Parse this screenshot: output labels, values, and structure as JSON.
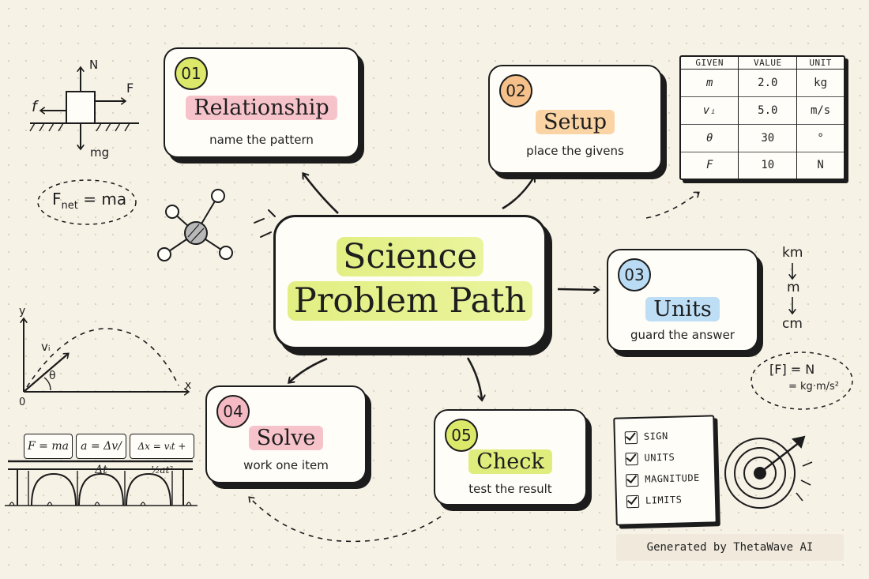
{
  "central": {
    "line1": "Science",
    "line2": "Problem Path"
  },
  "steps": [
    {
      "num": "01",
      "title": "Relationship",
      "subtitle": "name the pattern",
      "badge_color": "#dbe86a",
      "highlight_color": "#f6b9c3"
    },
    {
      "num": "02",
      "title": "Setup",
      "subtitle": "place the givens",
      "badge_color": "#f5c089",
      "highlight_color": "#f9cf9a"
    },
    {
      "num": "03",
      "title": "Units",
      "subtitle": "guard the answer",
      "badge_color": "#b9dcf4",
      "highlight_color": "#b6daf4"
    },
    {
      "num": "04",
      "title": "Solve",
      "subtitle": "work one item",
      "badge_color": "#f4b9c3",
      "highlight_color": "#f6b9c3"
    },
    {
      "num": "05",
      "title": "Check",
      "subtitle": "test the result",
      "badge_color": "#dbe86a",
      "highlight_color": "#d9ea66"
    }
  ],
  "givens_table": {
    "headers": [
      "GIVEN",
      "VALUE",
      "UNIT"
    ],
    "rows": [
      [
        "m",
        "2.0",
        "kg"
      ],
      [
        "vᵢ",
        "5.0",
        "m/s"
      ],
      [
        "θ",
        "30",
        "°"
      ],
      [
        "F",
        "10",
        "N"
      ]
    ]
  },
  "force_diagram": {
    "n": "N",
    "f_right": "F",
    "f_left": "f",
    "mg": "mg"
  },
  "fnet_equation": {
    "main": "F",
    "sub": "net",
    "rest": " = ma"
  },
  "unit_ladder": [
    "km",
    "m",
    "cm"
  ],
  "unit_equation": {
    "line1": "[F] = N",
    "line2": "= kg·m/s²"
  },
  "projectile": {
    "y": "y",
    "x": "x",
    "origin": "0",
    "v": "vᵢ",
    "theta": "θ"
  },
  "bridge_equations": [
    "F = ma",
    "a = Δv/Δt",
    "Δx = vᵢt + ½at²"
  ],
  "checklist": [
    "SIGN",
    "UNITS",
    "MAGNITUDE",
    "LIMITS"
  ],
  "footer": "Generated by ThetaWave AI",
  "colors": {
    "ink": "#1c1c1c",
    "paper": "#f7f2e6",
    "central_highlight": "#d8ea5a"
  }
}
